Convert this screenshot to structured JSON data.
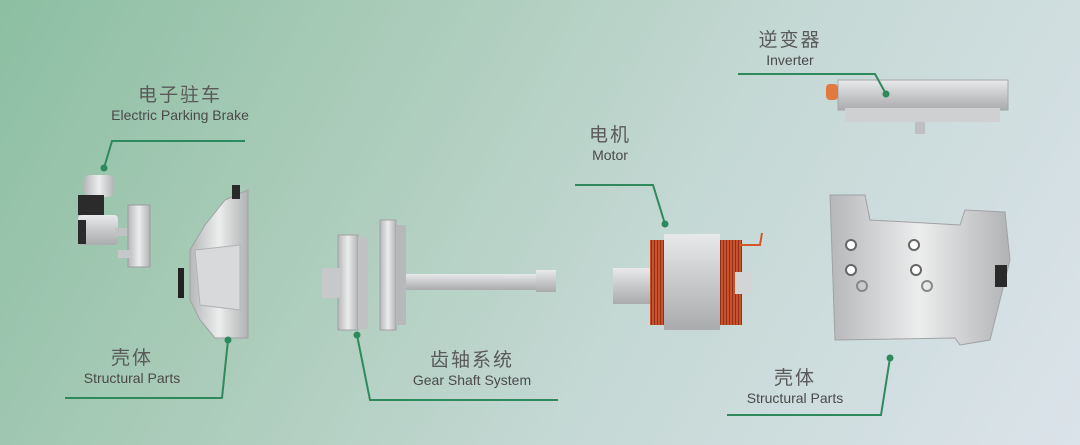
{
  "components": [
    {
      "id": "epb",
      "zh": "电子驻车",
      "en": "Electric Parking Brake"
    },
    {
      "id": "housing_left",
      "zh": "壳体",
      "en": "Structural Parts"
    },
    {
      "id": "gear_shaft",
      "zh": "齿轴系统",
      "en": "Gear Shaft System"
    },
    {
      "id": "motor",
      "zh": "电机",
      "en": "Motor"
    },
    {
      "id": "inverter",
      "zh": "逆变器",
      "en": "Inverter"
    },
    {
      "id": "housing_right",
      "zh": "壳体",
      "en": "Structural Parts"
    }
  ],
  "colors": {
    "leader": "#2e8a5c",
    "part": "#c9cbcd",
    "copper": "#d4552e"
  }
}
